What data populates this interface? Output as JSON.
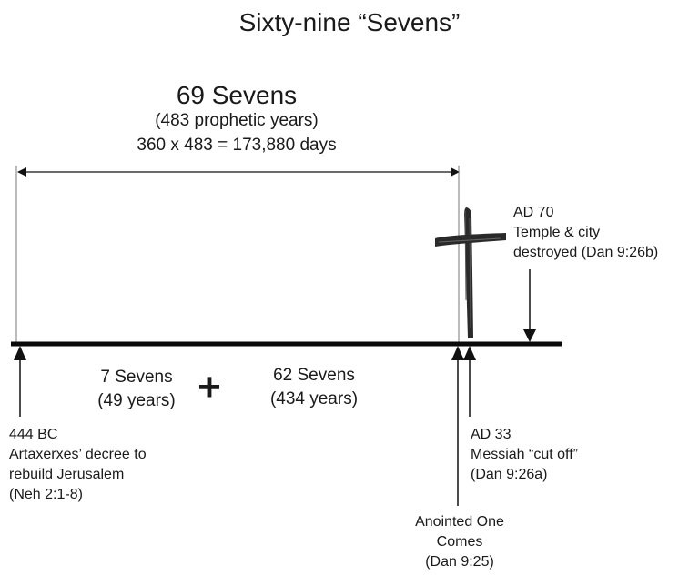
{
  "title": "Sixty-nine “Sevens”",
  "span": {
    "label": "69 Sevens",
    "years": "(483 prophetic years)",
    "days": "360 x 483 = 173,880 days"
  },
  "segments": [
    {
      "label": "7 Sevens",
      "years": "(49 years)"
    },
    {
      "label": "62 Sevens",
      "years": "(434 years)"
    }
  ],
  "plus_sign": "+",
  "events": {
    "decree": {
      "lines": [
        "444 BC",
        "Artaxerxes’ decree to",
        "rebuild Jerusalem",
        "(Neh 2:1-8)"
      ]
    },
    "anointed": {
      "lines": [
        "Anointed One",
        "Comes",
        "(Dan 9:25)"
      ]
    },
    "messiah": {
      "lines": [
        "AD 33",
        "Messiah “cut off”",
        "(Dan 9:26a)"
      ]
    },
    "temple": {
      "lines": [
        "AD 70",
        "Temple & city",
        "destroyed (Dan 9:26b)"
      ]
    }
  },
  "icons": {
    "cross": "cross-icon"
  }
}
